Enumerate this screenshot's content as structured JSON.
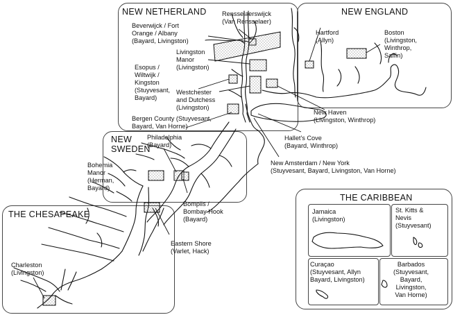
{
  "regions": {
    "new_netherland": "NEW NETHERLAND",
    "new_england": "NEW ENGLAND",
    "new_sweden": "NEW\nSWEDEN",
    "chesapeake": "THE CHESAPEAKE",
    "caribbean": "THE CARIBBEAN"
  },
  "places": {
    "rensselaerswijck": "Rensselaerswijck\n(Van Rensselaer)",
    "beverwijck": "Beverwijck / Fort\nOrange / Albany\n(Bayard, Livingston)",
    "livingston_manor": "Livingston\nManor\n(Livingston)",
    "esopus": "Esopus /\nWiltwijk /\nKingston\n(Stuyvesant,\nBayard)",
    "westchester": "Westchester\nand Dutchess\n(Livingston)",
    "hartford": "Hartford\n(Allyn)",
    "boston": "Boston\n(Livingston,\nWinthrop,\nSaffin)",
    "new_haven": "New Haven\n(Livingston, Winthrop)",
    "hallets_cove": "Hallet's Cove\n(Bayard, Winthrop)",
    "new_amsterdam": "New Amsterdam / New York\n(Stuyvesant, Bayard, Livingston, Van Horne)",
    "bergen": "Bergen County (Stuyvesant,\nBayard, Van Horne)",
    "philadelphia": "Philadelphia\n(Bayard)",
    "bohemia": "Bohemia\nManor\n(Herman,\nBayard)",
    "bompiis": "Bompiis /\nBombay Hook\n(Bayard)",
    "eastern_shore": "Eastern Shore\n(Varlet, Hack)",
    "charleston": "Charleston\n(Livingston)",
    "jamaica": "Jamaica\n(Livingston)",
    "st_kitts": "St. Kitts &\nNevis\n(Stuyvesant)",
    "curacao": "Curaçao\n(Stuyvesant, Allyn\nBayard, Livingston)",
    "barbados": "Barbados\n(Stuyvesant,\nBayard,\nLivingston,\nVan Horne)"
  },
  "colors": {
    "line": "#111111",
    "stipple": "#555555",
    "frame": "#444444"
  }
}
